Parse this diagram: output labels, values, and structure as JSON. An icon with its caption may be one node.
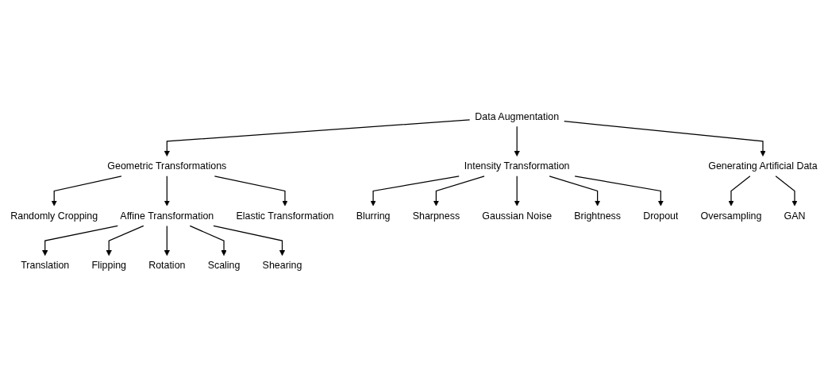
{
  "diagram": {
    "nodes": [
      {
        "text": [
          "Data Augmentation"
        ]
      },
      {
        "text": [
          "Geometric Transformations"
        ]
      },
      {
        "text": [
          "Intensity Transformation"
        ]
      },
      {
        "text": [
          "Generating Artificial Data"
        ]
      },
      {
        "text": [
          "Randomly Cropping"
        ]
      },
      {
        "text": [
          "Affine Transformation"
        ]
      },
      {
        "text": [
          "Elastic Transformation"
        ]
      },
      {
        "text": [
          "Blurring"
        ]
      },
      {
        "text": [
          "Dropout"
        ]
      },
      {
        "text": [
          "Oversampling"
        ]
      },
      {
        "text": [
          "GAN"
        ]
      },
      {
        "text": [
          "Translation"
        ]
      },
      {
        "text": [
          "Shearing"
        ]
      },
      {
        "text": [
          "Sharpness"
        ]
      },
      {
        "text": [
          "Brightness"
        ]
      },
      {
        "text": [
          "Flipping"
        ]
      },
      {
        "text": [
          "Scaling"
        ]
      },
      {
        "text": [
          "Gaussian Noise"
        ]
      },
      {
        "text": [
          "Rotation"
        ]
      }
    ],
    "edges": [
      {
        "from": 0,
        "to": 1,
        "arrow": "to"
      },
      {
        "from": 0,
        "to": 2,
        "arrow": "to"
      },
      {
        "from": 0,
        "to": 3,
        "arrow": "to"
      },
      {
        "from": 1,
        "to": 4,
        "arrow": "to"
      },
      {
        "from": 1,
        "to": 5,
        "arrow": "to"
      },
      {
        "from": 1,
        "to": 6,
        "arrow": "to"
      },
      {
        "from": 2,
        "to": 7,
        "arrow": "to"
      },
      {
        "from": 2,
        "to": 13,
        "arrow": "to"
      },
      {
        "from": 2,
        "to": 17,
        "arrow": "to"
      },
      {
        "from": 2,
        "to": 14,
        "arrow": "to"
      },
      {
        "from": 2,
        "to": 8,
        "arrow": "to"
      },
      {
        "from": 3,
        "to": 9,
        "arrow": "to"
      },
      {
        "from": 3,
        "to": 10,
        "arrow": "to"
      },
      {
        "from": 5,
        "to": 11,
        "arrow": "to"
      },
      {
        "from": 5,
        "to": 15,
        "arrow": "to"
      },
      {
        "from": 5,
        "to": 18,
        "arrow": "to"
      },
      {
        "from": 5,
        "to": 16,
        "arrow": "to"
      },
      {
        "from": 5,
        "to": 12,
        "arrow": "to"
      }
    ]
  }
}
